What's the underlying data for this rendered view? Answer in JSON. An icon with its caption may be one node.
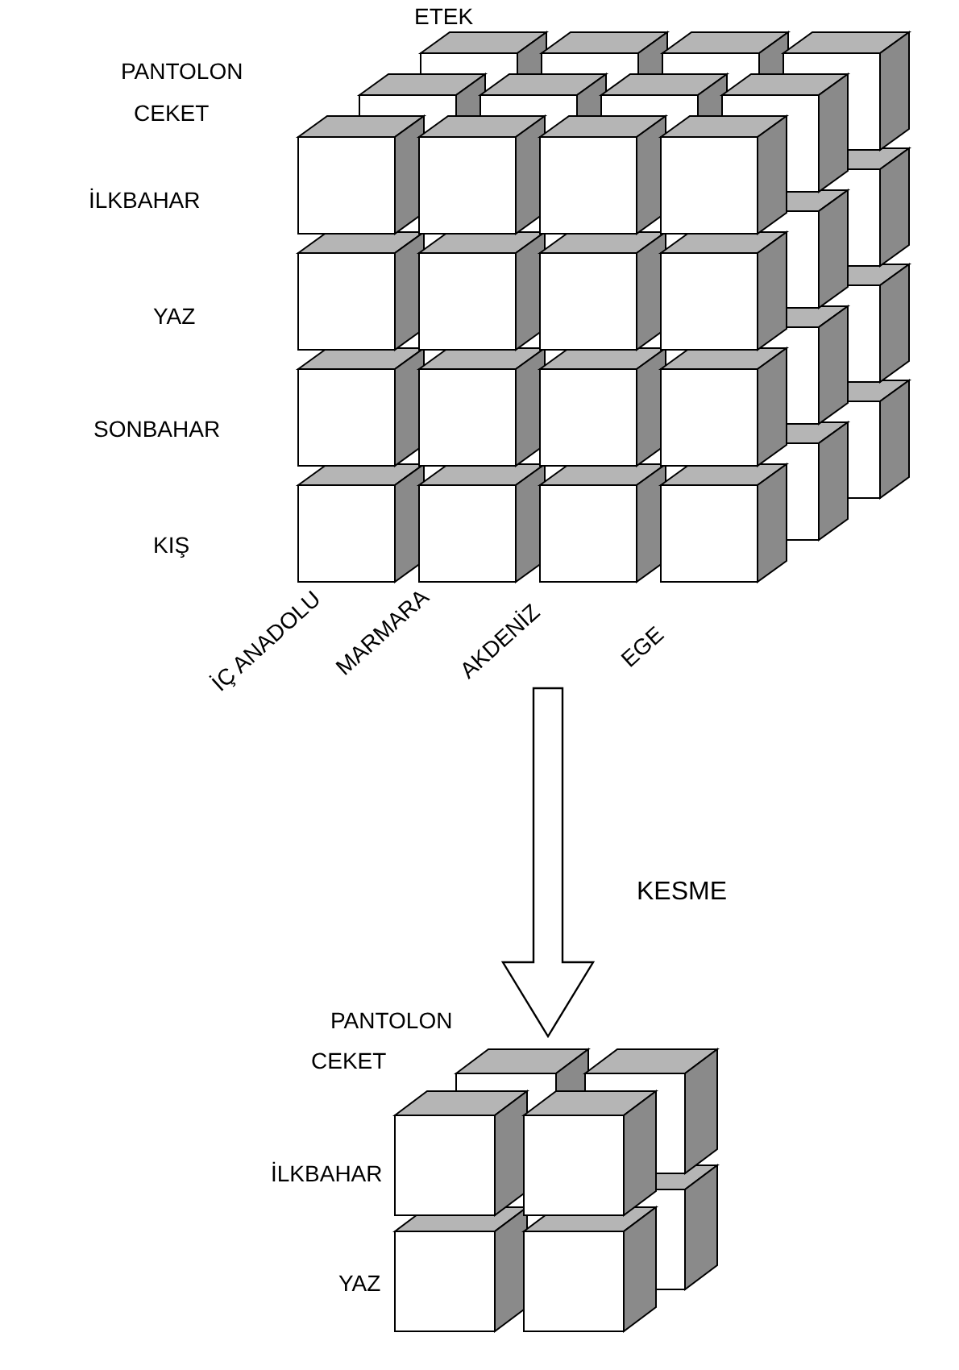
{
  "diagram": {
    "nodes": [
      {
        "text": [],
        "shape": "cube"
      },
      {
        "text": [],
        "shape": "cube"
      }
    ],
    "edges": [
      {
        "from": 0,
        "to": 1,
        "arrow": "to",
        "label": "KESME"
      }
    ],
    "labels": [
      "ETEK",
      "PANTOLON",
      "CEKET",
      "İLKBAHAR",
      "YAZ",
      "SONBAHAR",
      "KIŞ",
      "İÇ ANADOLU",
      "MARMARA",
      "AKDENİZ",
      "EGE",
      "PANTOLON",
      "CEKET",
      "İLKBAHAR",
      "YAZ"
    ]
  }
}
